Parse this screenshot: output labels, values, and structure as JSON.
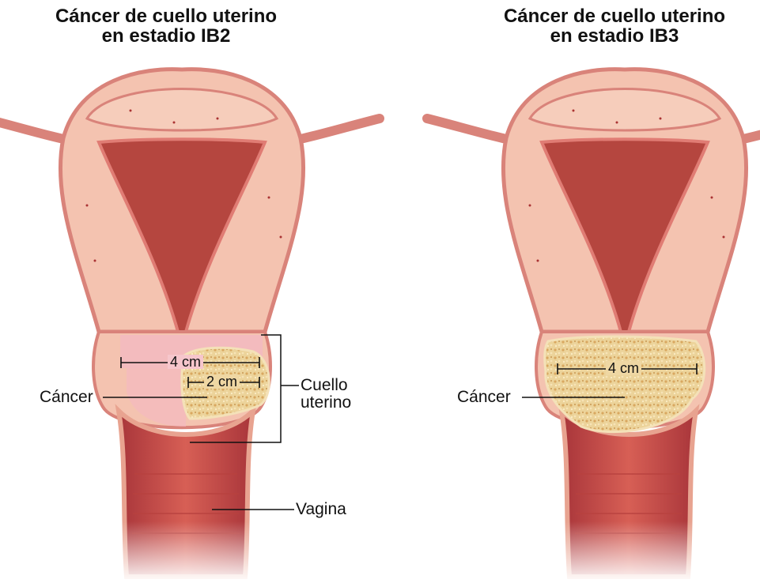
{
  "panels": [
    {
      "title_line1": "Cáncer de cuello uterino",
      "title_line2": "en estadio IB2",
      "measure_large": "4 cm",
      "measure_small": "2 cm",
      "label_cancer": "Cáncer",
      "label_cervix_line1": "Cuello",
      "label_cervix_line2": "uterino",
      "label_vagina": "Vagina"
    },
    {
      "title_line1": "Cáncer de cuello uterino",
      "title_line2": "en estadio IB3",
      "measure_large": "4 cm",
      "label_cancer": "Cáncer"
    }
  ],
  "colors": {
    "tissue": "#f4c3b0",
    "tissue_edge": "#d9837a",
    "cavity": "#b5463f",
    "tumor": "#e9c98c",
    "vagina": "#c9504a",
    "cervix_highlight": "#f3b8c3"
  }
}
